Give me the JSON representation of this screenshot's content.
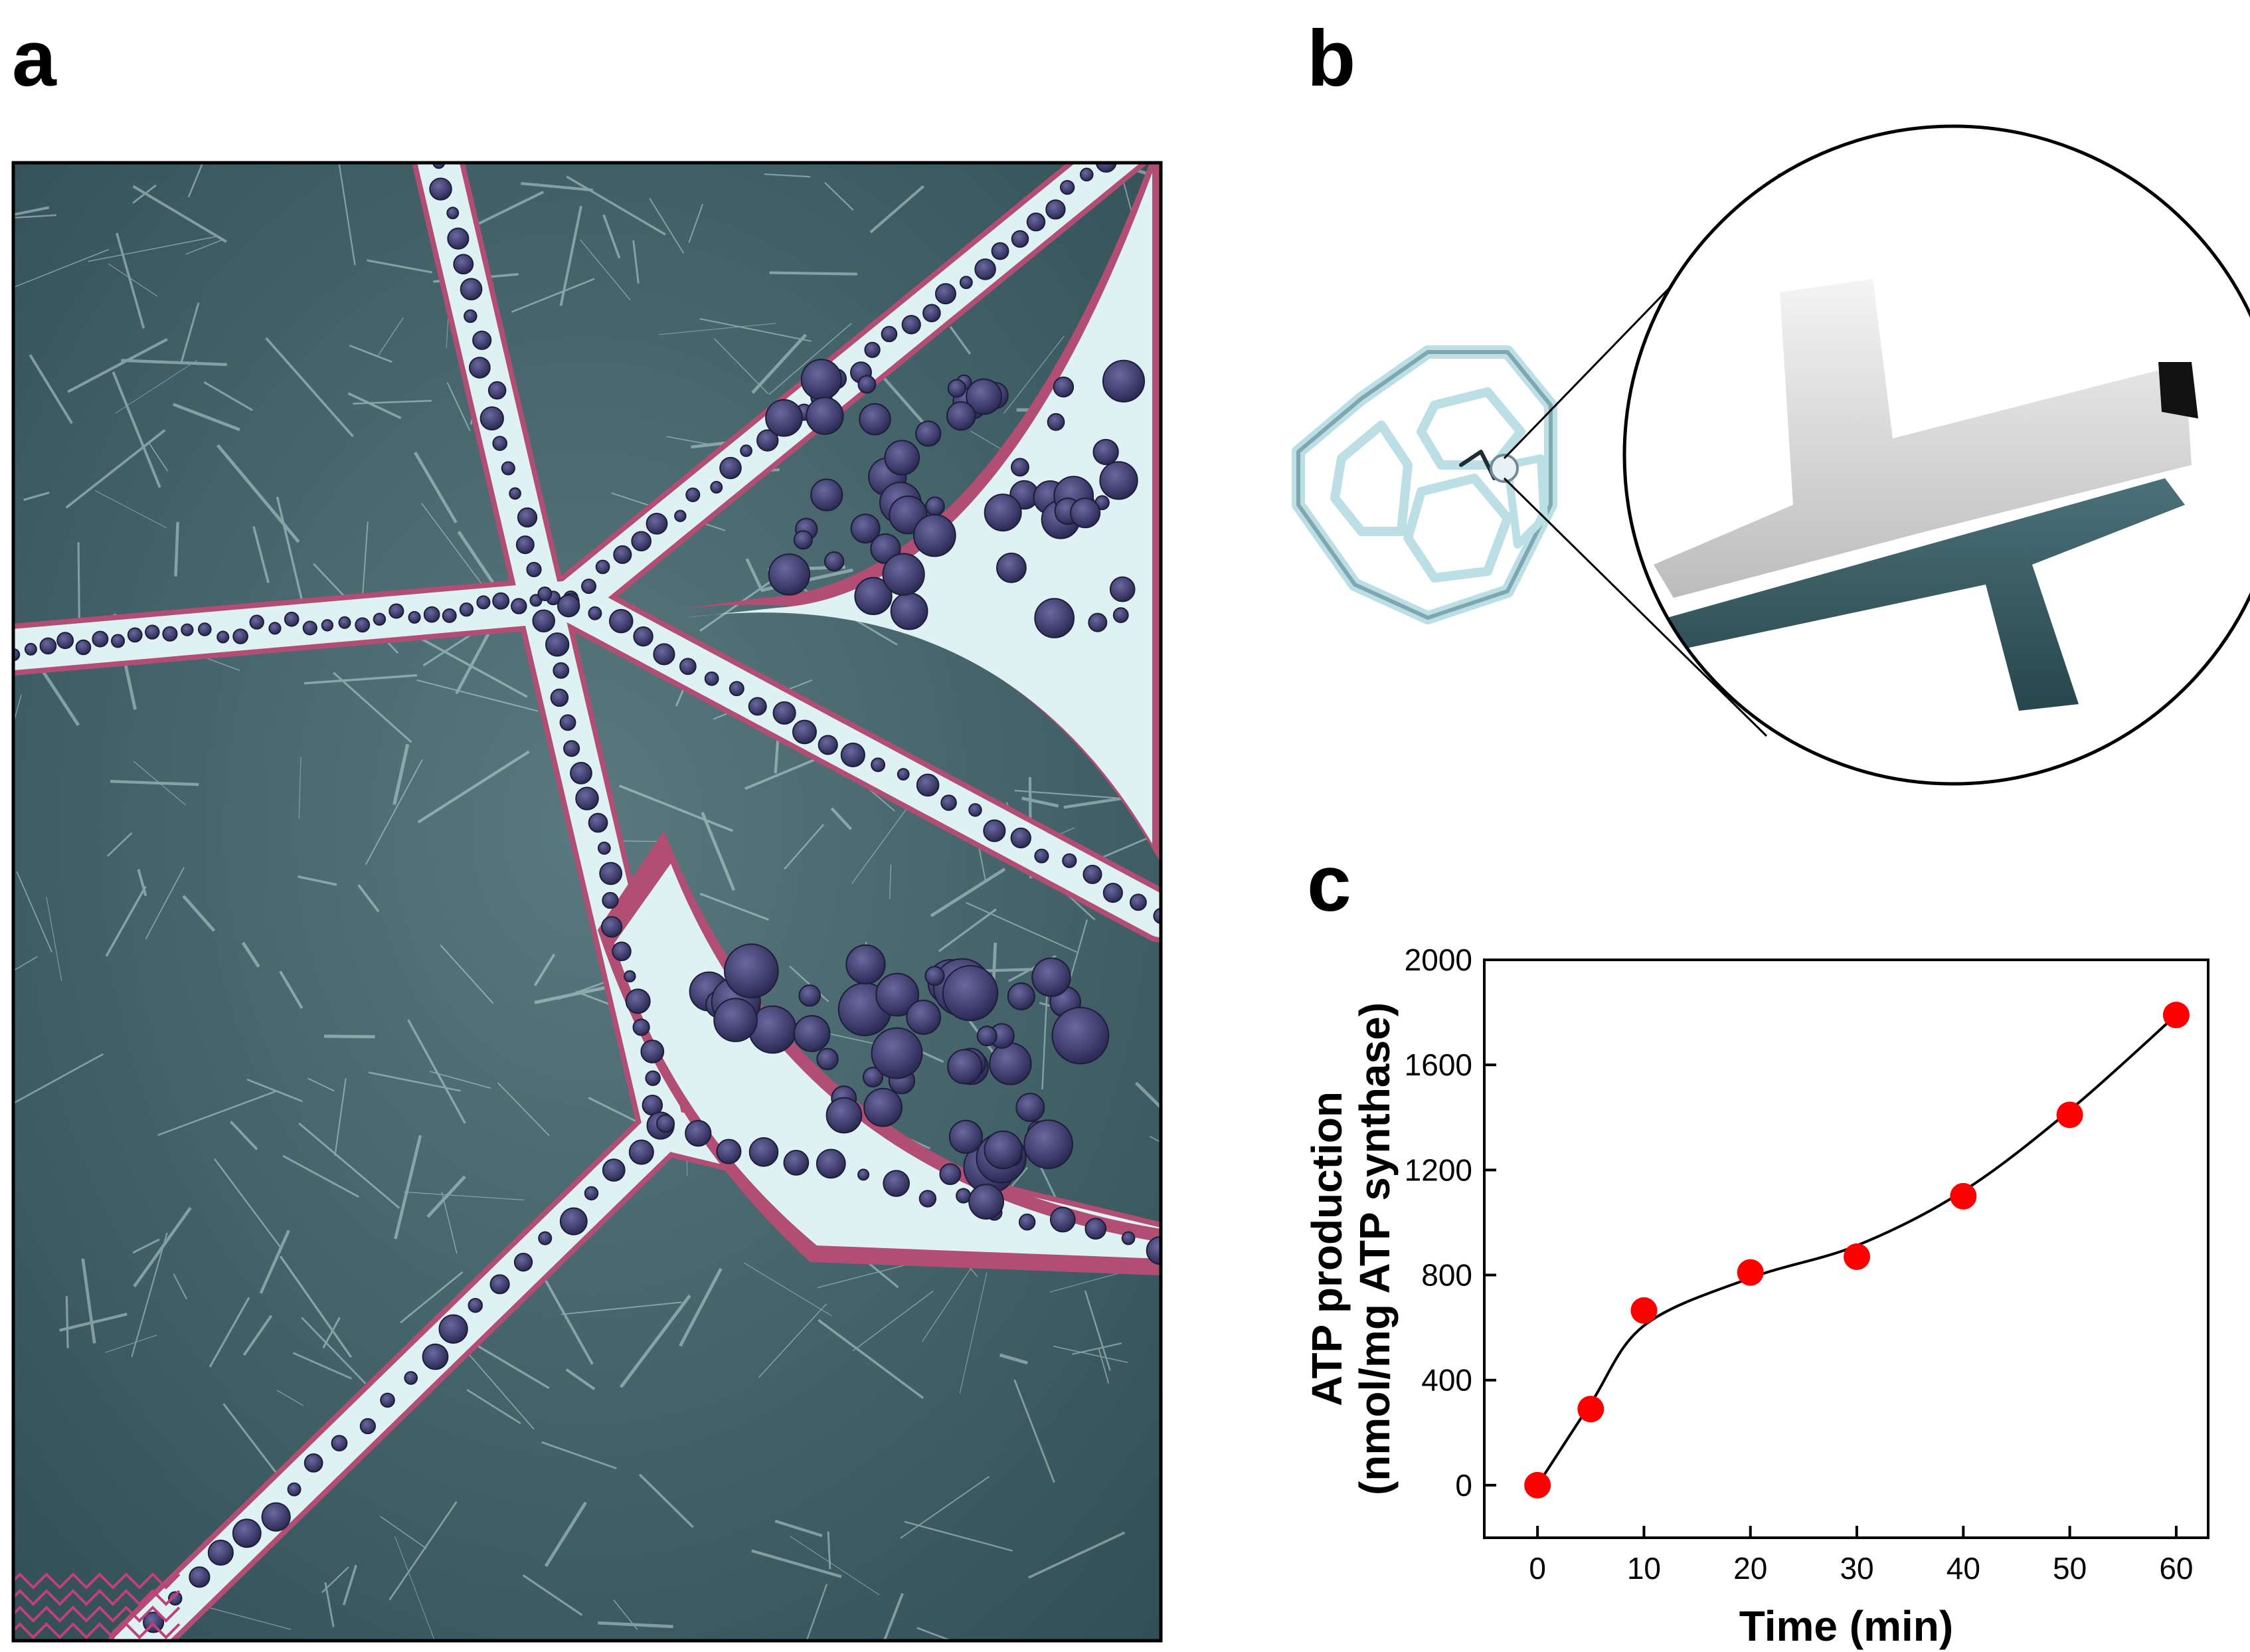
{
  "panels": {
    "a": "a",
    "b": "b",
    "c": "c"
  },
  "colors": {
    "background_teal": "#3f6168",
    "channel_fill": "#dff2f3",
    "channel_border": "#b24d73",
    "particle": "#3a3a68",
    "node_frame": "#bcdfe6",
    "tube_dark": "#365f66",
    "point": "#ff0000"
  },
  "chart_data": {
    "type": "scatter",
    "title": "",
    "xlabel": "Time (min)",
    "ylabel_line1": "ATP production",
    "ylabel_line2": "(nmol/mg ATP synthase)",
    "xlim": [
      -5,
      63
    ],
    "ylim": [
      -200,
      2000
    ],
    "xticks": [
      0,
      10,
      20,
      30,
      40,
      50,
      60
    ],
    "yticks": [
      0,
      400,
      800,
      1200,
      1600,
      2000
    ],
    "x": [
      0,
      5,
      10,
      20,
      30,
      40,
      50,
      60
    ],
    "y": [
      0,
      290,
      665,
      810,
      870,
      1100,
      1410,
      1790
    ],
    "fit_curve": true,
    "grid": false,
    "legend": "none"
  }
}
